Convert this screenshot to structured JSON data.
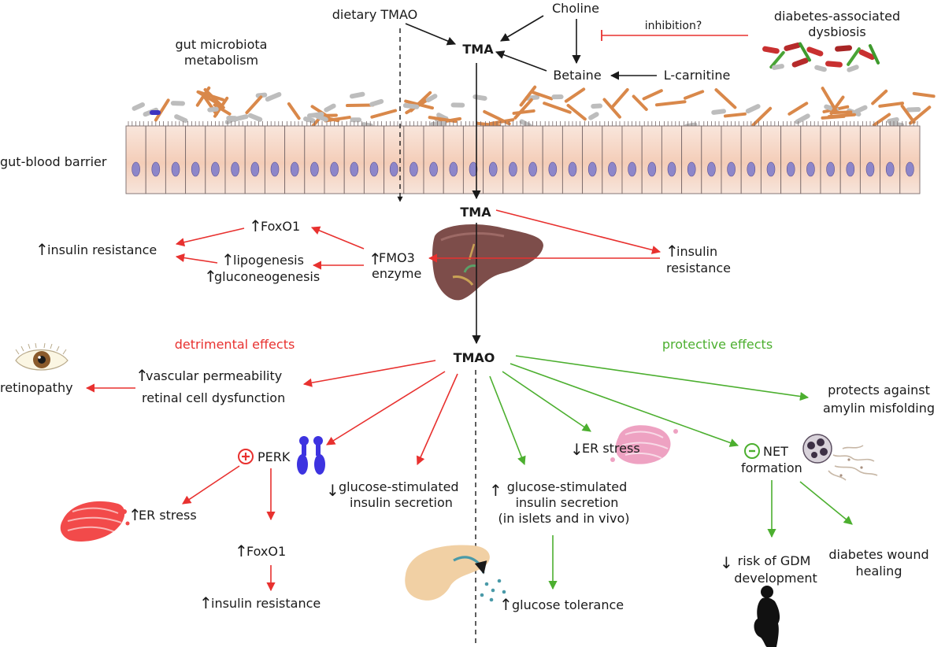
{
  "colors": {
    "black": "#1a1a1a",
    "detrimental": "#e8312f",
    "protective": "#4caf2f",
    "cell_membrane": "#7a6a6a",
    "cell_nucleus": "#8d86c9",
    "cell_fill": "#f6d9c8",
    "bacteria_orange": "#d9884a",
    "bacteria_grey": "#bdbdbd",
    "liver": "#7d4d4a",
    "er_detrimental": "#f24a4a",
    "er_protective": "#eea2c2",
    "pancreas": "#f1d0a4",
    "receptor": "#3d33e0",
    "neutrophil": "#5b4e60"
  },
  "top": {
    "dietary_tmao": "dietary TMAO",
    "choline": "Choline",
    "tma": "TMA",
    "betaine": "Betaine",
    "l_carnitine": "L-carnitine",
    "inhibition": "inhibition?",
    "dysbiosis_line1": "diabetes-associated",
    "dysbiosis_line2": "dysbiosis",
    "microbiota_line1": "gut microbiota",
    "microbiota_line2": "metabolism",
    "barrier": "gut-blood barrier"
  },
  "liver_section": {
    "tma": "TMA",
    "foxo1": "FoxO1",
    "insulin_resistance_left": "insulin resistance",
    "lipogenesis": "lipogenesis",
    "gluconeogenesis": "gluconeogenesis",
    "fmo3_line1": "FMO3",
    "fmo3_line2": "enzyme",
    "insulin_line1": "insulin",
    "insulin_line2": "resistance"
  },
  "tmao": "TMAO",
  "detrimental": {
    "header": "detrimental effects",
    "vascular": "vascular permeability",
    "retinal": "retinal cell dysfunction",
    "retinopathy": "retinopathy",
    "perk": "PERK",
    "er_stress": "ER stress",
    "foxo1": "FoxO1",
    "insulin_resistance": "insulin resistance",
    "gsis_line1": "glucose-stimulated",
    "gsis_line2": "insulin secretion"
  },
  "protective": {
    "header": "protective effects",
    "amylin_line1": "protects against",
    "amylin_line2": "amylin misfolding",
    "er_stress": "ER stress",
    "net_line1": "NET",
    "net_line2": "formation",
    "gsis_line1": "glucose-stimulated",
    "gsis_line2": "insulin secretion",
    "gsis_line3": "(in islets and in vivo)",
    "glucose_tolerance": "glucose tolerance",
    "gdm_line1": "risk of GDM",
    "gdm_line2": "development",
    "wound_line1": "diabetes wound",
    "wound_line2": "healing"
  },
  "icons": {
    "up": "up-arrow-icon",
    "down": "down-arrow-icon",
    "plus_circle": "plus-circle-icon",
    "minus_circle": "minus-circle-icon",
    "eye": "eye-icon",
    "liver": "liver-icon",
    "er": "endoplasmic-reticulum-icon",
    "pancreas": "pancreas-icon",
    "receptor": "perk-receptor-icon",
    "neutrophil": "neutrophil-icon",
    "pregnant": "pregnant-woman-icon",
    "bacteria": "bacteria-icon",
    "cells": "epithelial-cells-icon"
  }
}
